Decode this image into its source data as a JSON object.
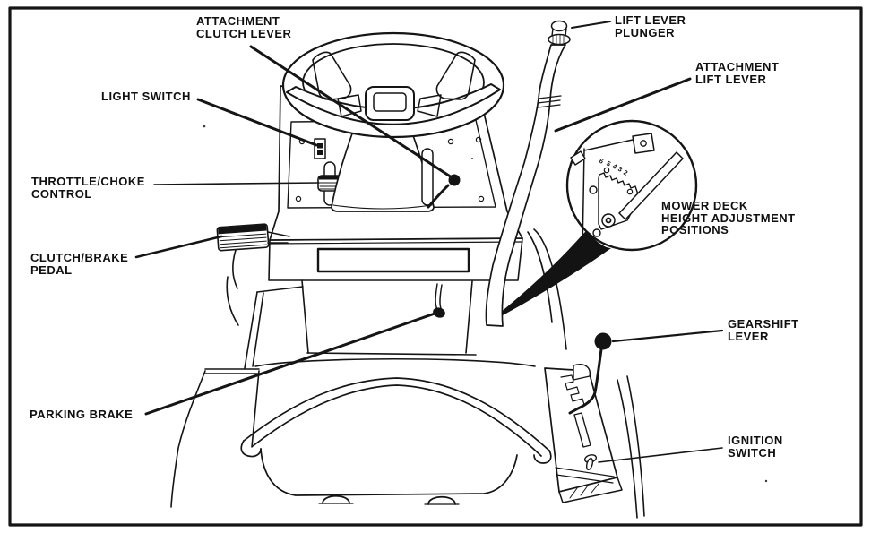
{
  "figure": {
    "type": "line-art technical diagram",
    "subject": "Riding lawn tractor operator controls (top rear view)",
    "colors": {
      "ink": "#151515",
      "paper": "#ffffff"
    },
    "callouts": {
      "attachment_clutch_lever": "ATTACHMENT\nCLUTCH LEVER",
      "light_switch": "LIGHT SWITCH",
      "throttle_choke_control": "THROTTLE/CHOKE\nCONTROL",
      "clutch_brake_pedal": "CLUTCH/BRAKE\nPEDAL",
      "parking_brake": "PARKING BRAKE",
      "lift_lever_plunger": "LIFT LEVER\nPLUNGER",
      "attachment_lift_lever": "ATTACHMENT\nLIFT LEVER",
      "mower_deck_height_adjustment": "MOWER DECK\nHEIGHT ADJUSTMENT\nPOSITIONS",
      "gearshift_lever": "GEARSHIFT\nLEVER",
      "ignition_switch": "IGNITION\nSWITCH"
    },
    "inset": {
      "height_positions": [
        "6",
        "5",
        "4",
        "3",
        "2"
      ]
    }
  }
}
